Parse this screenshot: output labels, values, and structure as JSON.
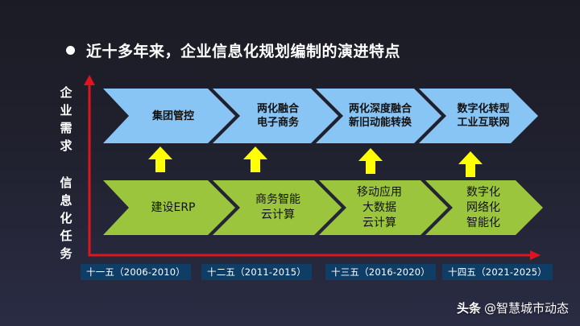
{
  "title": "近十多年来，企业信息化规划编制的演进特点",
  "axes": {
    "y_upper_label": "企业需求",
    "y_lower_label": "信息化任务",
    "axis_color": "#e0141c"
  },
  "colors": {
    "demand_fill": "#88c4f4",
    "task_fill": "#9bc53d",
    "arrow_fill": "#ffff00",
    "period_fill": "#0e3d66"
  },
  "demand_row": [
    {
      "lines": [
        "集团管控"
      ]
    },
    {
      "lines": [
        "两化融合",
        "电子商务"
      ]
    },
    {
      "lines": [
        "两化深度融合",
        "新旧动能转换"
      ]
    },
    {
      "lines": [
        "数字化转型",
        "工业互联网"
      ]
    }
  ],
  "task_row": [
    {
      "lines": [
        "建设ERP"
      ]
    },
    {
      "lines": [
        "商务智能",
        "云计算"
      ]
    },
    {
      "lines": [
        "移动应用",
        "大数据",
        "云计算"
      ]
    },
    {
      "lines": [
        "数字化",
        "网络化",
        "智能化"
      ]
    }
  ],
  "periods": [
    "十一五（2006-2010）",
    "十二五（2011-2015）",
    "十三五（2016-2020）",
    "十四五（2021-2025）"
  ],
  "watermark": {
    "brand": "头条",
    "handle": "@智慧城市动态"
  }
}
